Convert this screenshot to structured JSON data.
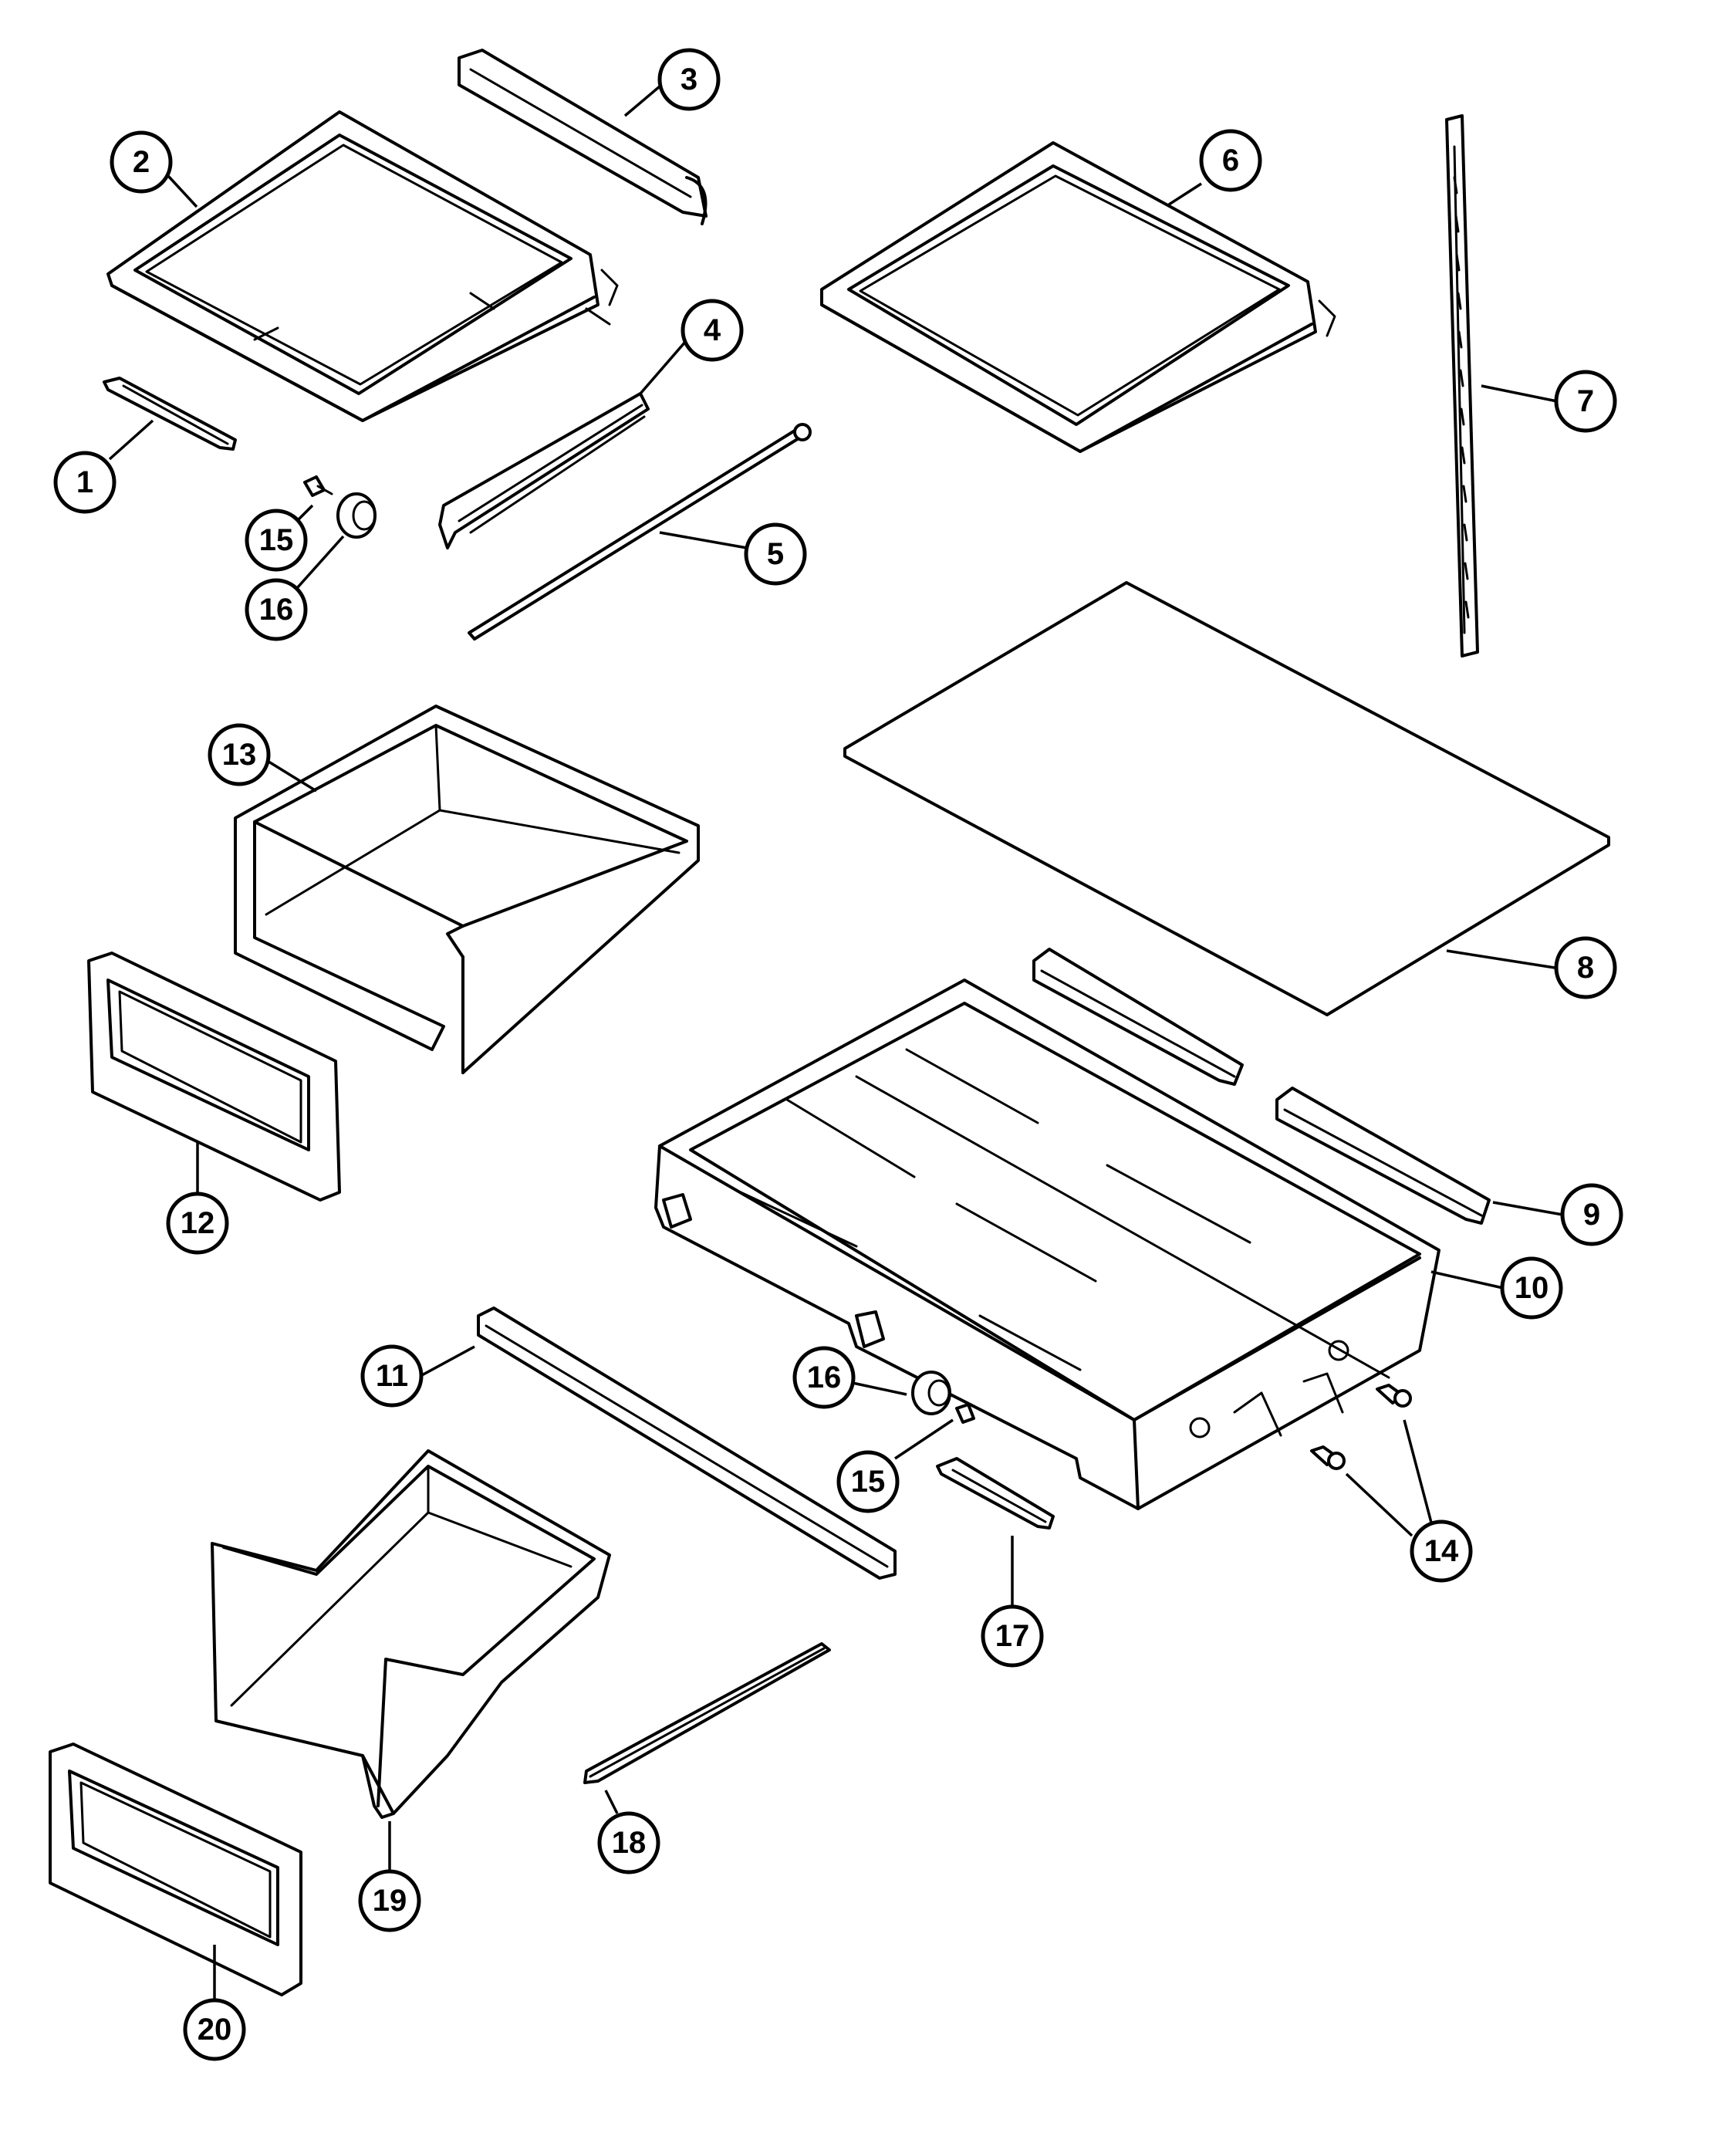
{
  "callouts": [
    {
      "id": "c1",
      "label": "1"
    },
    {
      "id": "c2",
      "label": "2"
    },
    {
      "id": "c3",
      "label": "3"
    },
    {
      "id": "c4",
      "label": "4"
    },
    {
      "id": "c5",
      "label": "5"
    },
    {
      "id": "c6",
      "label": "6"
    },
    {
      "id": "c7",
      "label": "7"
    },
    {
      "id": "c8",
      "label": "8"
    },
    {
      "id": "c9",
      "label": "9"
    },
    {
      "id": "c10",
      "label": "10"
    },
    {
      "id": "c11",
      "label": "11"
    },
    {
      "id": "c12",
      "label": "12"
    },
    {
      "id": "c13",
      "label": "13"
    },
    {
      "id": "c14",
      "label": "14"
    },
    {
      "id": "c15a",
      "label": "15"
    },
    {
      "id": "c15b",
      "label": "15"
    },
    {
      "id": "c16a",
      "label": "16"
    },
    {
      "id": "c16b",
      "label": "16"
    },
    {
      "id": "c17",
      "label": "17"
    },
    {
      "id": "c18",
      "label": "18"
    },
    {
      "id": "c19",
      "label": "19"
    },
    {
      "id": "c20",
      "label": "20"
    }
  ]
}
